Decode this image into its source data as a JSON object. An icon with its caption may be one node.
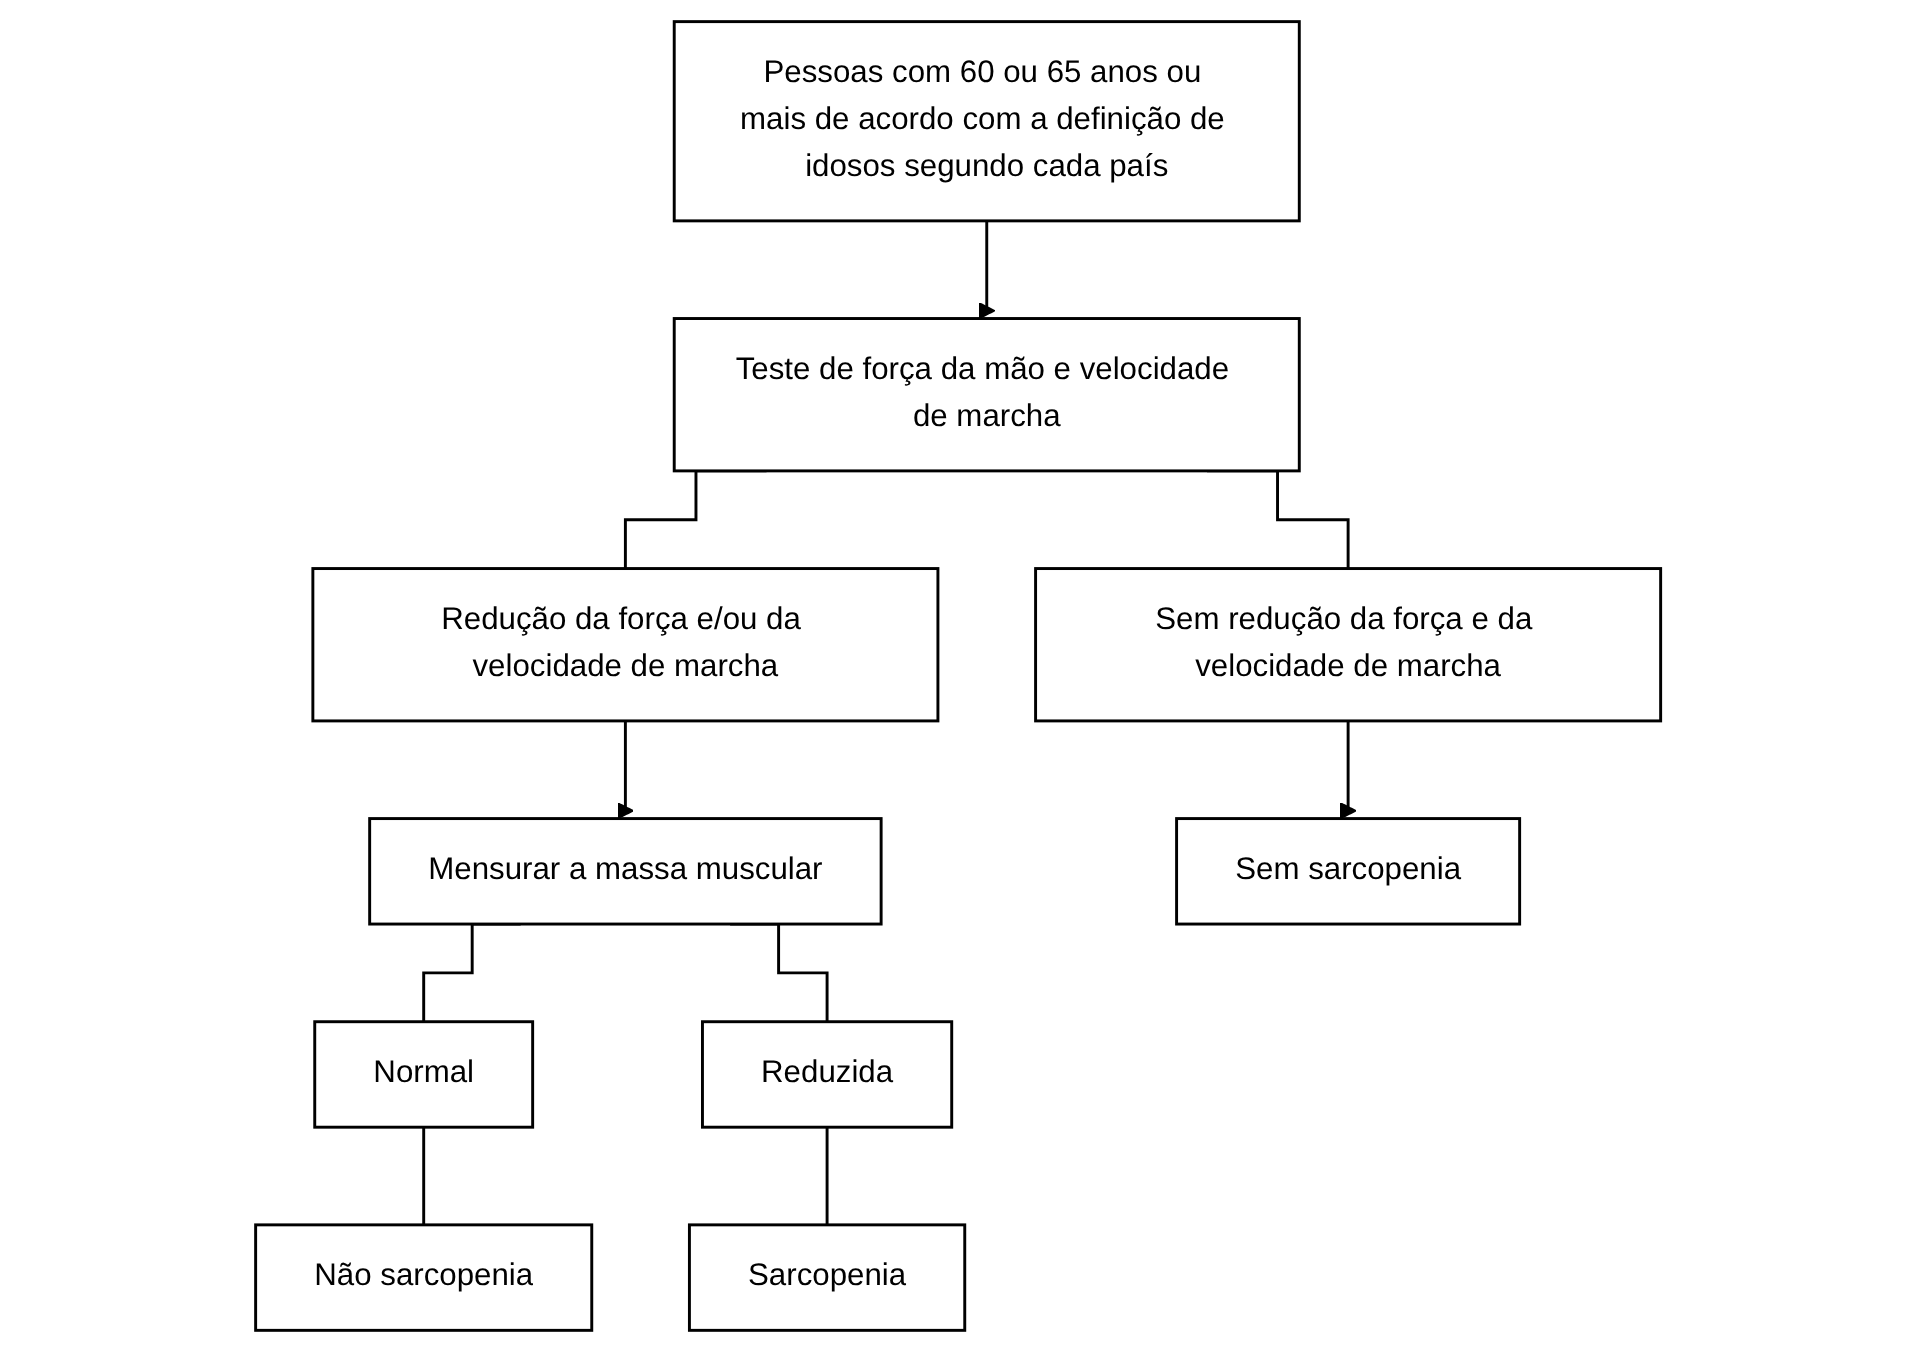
{
  "diagram": {
    "nodes": [
      {
        "text": [
          "Pessoas com 60 ou 65 anos ou mais de acordo com a definição de idosos segundo cada país"
        ]
      },
      {
        "text": [
          "Teste de força da mão e velocidade de marcha"
        ]
      },
      {
        "text": [
          "Sem redução da força e da velocidade de marcha"
        ]
      },
      {
        "text": [
          "Redução da força e/ou da velocidade de marcha"
        ]
      },
      {
        "text": [
          "Mensurar a massa muscular"
        ]
      },
      {
        "text": [
          "Sem sarcopenia"
        ]
      },
      {
        "text": [
          "Normal"
        ]
      },
      {
        "text": [
          "Reduzida"
        ]
      },
      {
        "text": [
          "Não sarcopenia"
        ]
      },
      {
        "text": [
          "Sarcopenia"
        ]
      }
    ],
    "edges": [
      {
        "from": 0,
        "to": 1,
        "arrow": "to"
      },
      {
        "from": 1,
        "to": 2,
        "arrow": "none"
      },
      {
        "from": 1,
        "to": 3,
        "arrow": "none"
      },
      {
        "from": 2,
        "to": 5,
        "arrow": "to"
      },
      {
        "from": 3,
        "to": 4,
        "arrow": "to"
      },
      {
        "from": 4,
        "to": 6,
        "arrow": "none"
      },
      {
        "from": 4,
        "to": 7,
        "arrow": "none"
      },
      {
        "from": 6,
        "to": 8,
        "arrow": "none"
      },
      {
        "from": 7,
        "to": 9,
        "arrow": "none"
      }
    ]
  }
}
